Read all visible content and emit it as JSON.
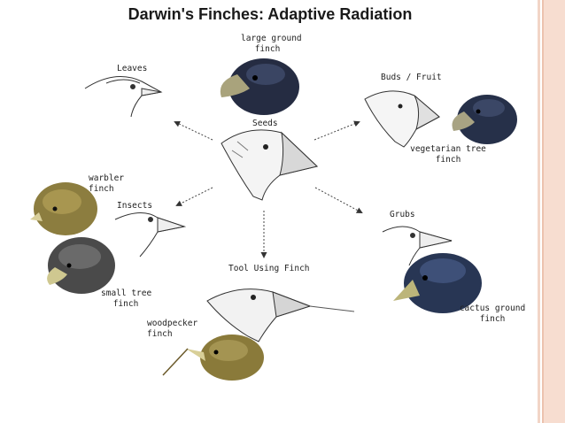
{
  "title": "Darwin's Finches: Adaptive Radiation",
  "labels": {
    "large_ground": [
      "large ground",
      "finch"
    ],
    "leaves": "Leaves",
    "buds_fruit": "Buds / Fruit",
    "seeds": "Seeds",
    "vegetarian_tree": [
      "vegetarian tree",
      "finch"
    ],
    "warbler": [
      "warbler",
      "finch"
    ],
    "insects": "Insects",
    "grubs": "Grubs",
    "tool_using": "Tool Using Finch",
    "small_tree": [
      "small tree",
      "finch"
    ],
    "cactus_ground": [
      "cactus ground",
      "finch"
    ],
    "woodpecker": [
      "woodpecker",
      "finch"
    ]
  },
  "colors": {
    "slide_border": "#f7ddd0",
    "dark_finch": "#2b3550",
    "olive_finch": "#9c8a45",
    "beak": "#b9b27c"
  }
}
